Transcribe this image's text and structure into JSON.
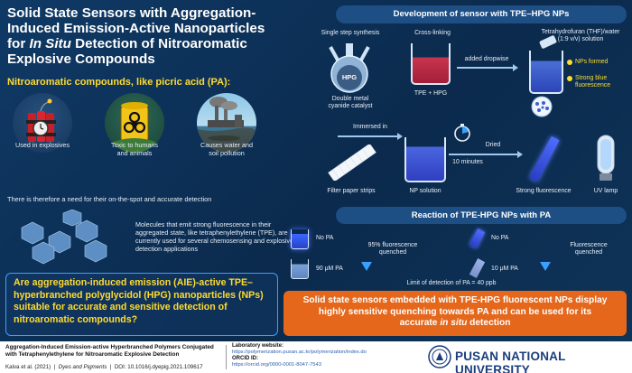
{
  "title": {
    "line1": "Solid State Sensors with Aggregation-",
    "line2": "Induced Emission-Active Nanoparticles",
    "line3_pre": "for ",
    "line3_em": "In Situ",
    "line3_post": " Detection of Nitroaromatic",
    "line4": "Explosive Compounds"
  },
  "subheading": "Nitroaromatic compounds, like picric acid (PA):",
  "uses": [
    {
      "label_l1": "Used in explosives",
      "label_l2": "",
      "icon": "dynamite-icon"
    },
    {
      "label_l1": "Toxic to humans",
      "label_l2": "and animals",
      "icon": "biohazard-icon"
    },
    {
      "label_l1": "Causes water and",
      "label_l2": "soil pollution",
      "icon": "factory-pollution-icon"
    }
  ],
  "need_text": "There is therefore a need for their on-the-spot and accurate detection",
  "molecules_text": "Molecules that emit strong fluorescence in their aggregated state, like tetraphenylethylene (TPE), are currently used for several chemosensing and explosive detection applications",
  "question": "Are aggregation-induced emission (AIE)-active TPE–hyperbranched polyglycidol (HPG) nanoparticles (NPs) suitable for accurate and sensitive detection of nitroaromatic compounds?",
  "development": {
    "banner": "Development of sensor with TPE–HPG NPs",
    "single_step": "Single step synthesis",
    "cross_linking": "Cross-linking",
    "thf_l1": "Tetrahydrofuran (THF)/water",
    "thf_l2": "(1:9 v/v) solution",
    "flask_label": "HPG",
    "catalyst_l1": "Double metal",
    "catalyst_l2": "cyanide catalyst",
    "beaker_label": "TPE + HPG",
    "added_dropwise": "added dropwise",
    "nps_formed": "NPs formed",
    "strong_blue_l1": "Strong blue",
    "strong_blue_l2": "fluorescence",
    "immersed_in": "Immersed in",
    "filter_paper": "Filter paper strips",
    "np_solution": "NP solution",
    "time": "10 minutes",
    "dried": "Dried",
    "strong_fluorescence": "Strong fluorescence",
    "uv_lamp": "UV lamp"
  },
  "reaction": {
    "banner": "Reaction of TPE-HPG NPs with PA",
    "no_pa_1": "No PA",
    "pa_90": "90 μM PA",
    "quench_95_l1": "95% fluorescence",
    "quench_95_l2": "quenched",
    "no_pa_2": "No PA",
    "pa_10": "10 μM PA",
    "fluor_q_l1": "Fluorescence",
    "fluor_q_l2": "quenched",
    "limit": "Limit of detection of PA = 40 ppb"
  },
  "conclusion": {
    "line1": "Solid state sensors embedded with TPE-HPG fluorescent NPs display",
    "line2": "highly sensitive quenching towards PA and can be used for its",
    "line3_pre": "accurate ",
    "line3_em": "in situ",
    "line3_post": " detection"
  },
  "footer": {
    "paper_title": "Aggregation-Induced Emission-active Hyperbranched Polymers Conjugated with Tetraphenylethylene for Nitroaromatic Explosive Detection",
    "authors": "Kalva et al. (2021)",
    "journal": "Dyes and Pigments",
    "doi": "DOI: 10.1016/j.dyepig.2021.109617",
    "lab_label": "Laboratory website:",
    "lab_url": "https://polymerization.pusan.ac.kr/polymerization/index.do",
    "orcid_label": "ORCID ID:",
    "orcid_url": "https://orcid.org/0000-0001-8047-7543",
    "university": "PUSAN NATIONAL UNIVERSITY"
  },
  "colors": {
    "accent_yellow": "#ffdc2e",
    "conclusion_orange": "#e4671b",
    "navy": "#0d2e52",
    "banner_blue": "#1d4e84"
  }
}
